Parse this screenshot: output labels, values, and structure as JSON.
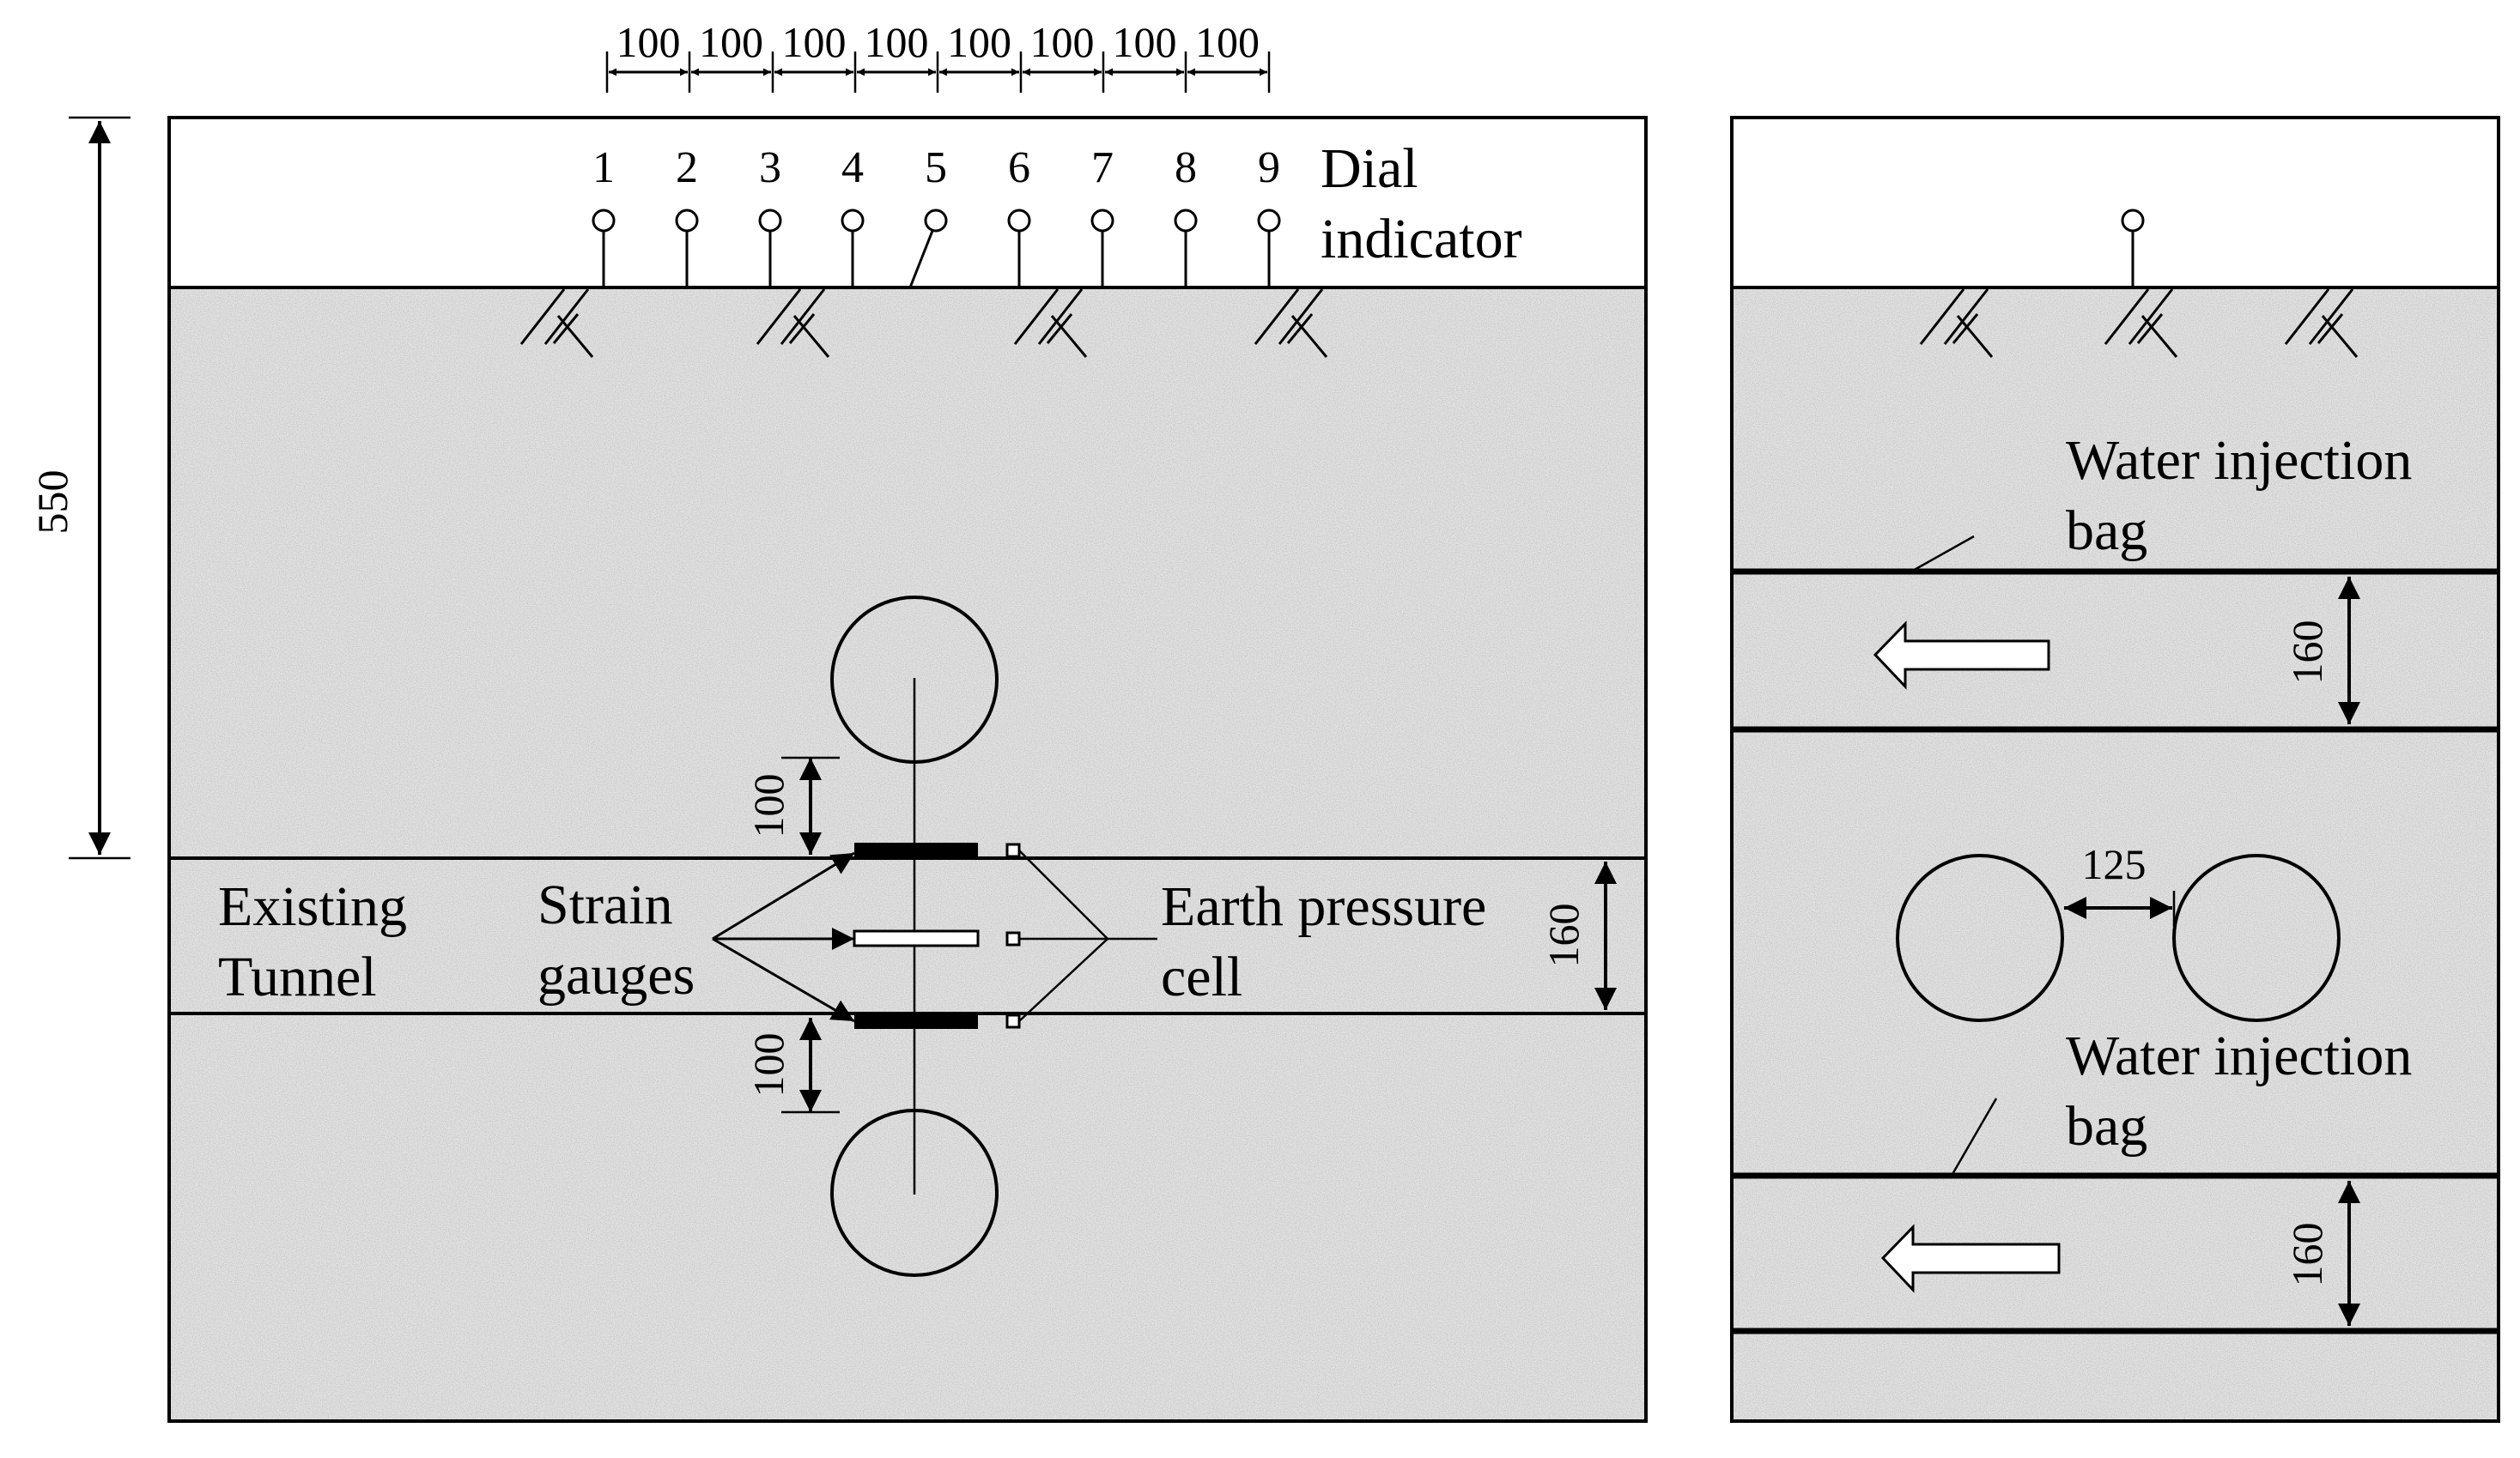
{
  "top_dimensions": [
    "100",
    "100",
    "100",
    "100",
    "100",
    "100",
    "100",
    "100"
  ],
  "dial_numbers": [
    "1",
    "2",
    "3",
    "4",
    "5",
    "6",
    "7",
    "8",
    "9"
  ],
  "labels": {
    "dial_line1": "Dial",
    "dial_line2": "indicator",
    "existing_line1": "Existing",
    "existing_line2": "Tunnel",
    "strain_line1": "Strain",
    "strain_line2": "gauges",
    "earth_line1": "Earth pressure",
    "earth_line2": "cell",
    "water1_line1": "Water injection",
    "water1_line2": "bag",
    "water2_line1": "Water injection",
    "water2_line2": "bag"
  },
  "dimensions": {
    "height": "550",
    "upper_gap": "100",
    "lower_gap": "100",
    "tunnel_width": "160",
    "right_upper_bag": "160",
    "right_lower_bag": "160",
    "pipe_spacing": "125"
  },
  "colors": {
    "soil": "#e2e2e2",
    "line": "#000000",
    "background": "#ffffff"
  }
}
